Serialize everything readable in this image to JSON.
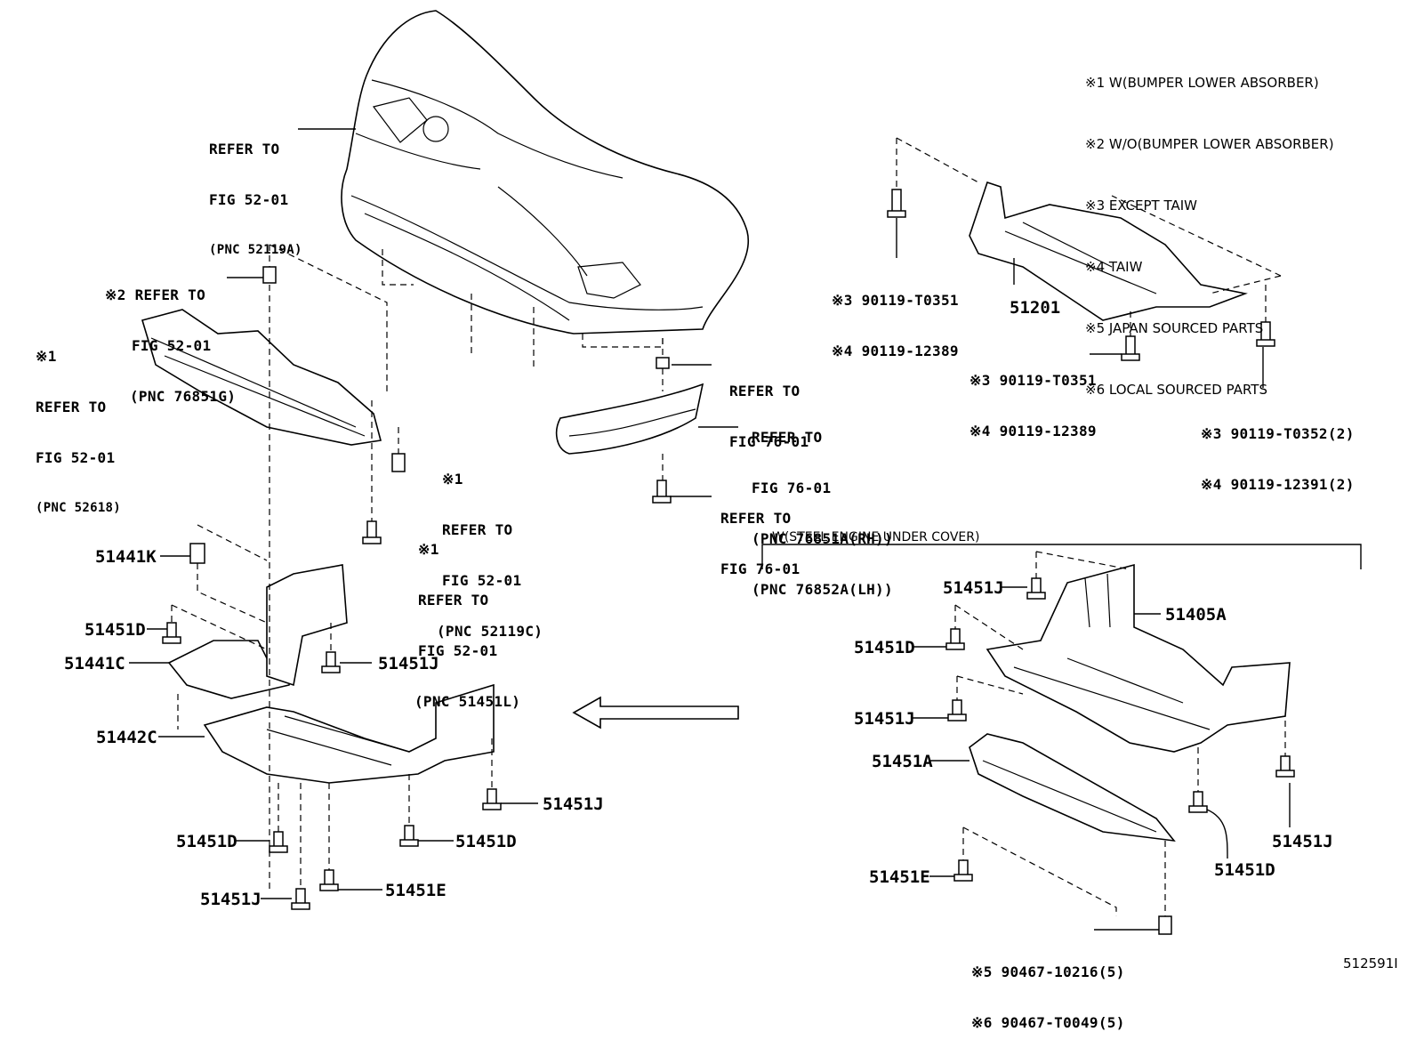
{
  "notes": [
    "※1 W(BUMPER LOWER ABSORBER)",
    "※2 W/O(BUMPER LOWER ABSORBER)",
    "※3 EXCEPT TAIW",
    "※4 TAIW",
    "※5 JAPAN SOURCED PARTS",
    "※6 LOCAL SOURCED PARTS"
  ],
  "refs": {
    "bumper_cover": [
      "REFER TO",
      "FIG 52-01",
      "(PNC 52119A)"
    ],
    "clip_76851g": [
      "※2 REFER TO",
      "FIG 52-01",
      "(PNC 76851G)"
    ],
    "absorber": [
      "※1",
      "REFER TO",
      "FIG 52-01",
      "(PNC 52618)"
    ],
    "clip_52119c": [
      "※1",
      "REFER TO",
      "FIG 52-01",
      "(PNC 52119C)"
    ],
    "bolt_51451l": [
      "※1",
      "REFER TO",
      "FIG 52-01",
      "(PNC 51451L)"
    ],
    "clip_76_top": [
      "REFER TO",
      "FIG 76-01"
    ],
    "spoiler": [
      "REFER TO",
      "FIG 76-01",
      "(PNC 76851A(RH))",
      "(PNC 76852A(LH))"
    ],
    "bolt_76_bottom": [
      "REFER TO",
      "FIG 76-01"
    ]
  },
  "bolt_codes": {
    "a": [
      "※3 90119-T0351",
      "※4 90119-12389"
    ],
    "b": [
      "※3 90119-T0351",
      "※4 90119-12389"
    ],
    "c": [
      "※3 90119-T0352(2)",
      "※4 90119-12391(2)"
    ],
    "d": [
      "※5 90467-10216(5)",
      "※6 90467-T0049(5)"
    ]
  },
  "part_numbers": {
    "p51201": "51201",
    "p51441k": "51441K",
    "p51451d_l1": "51451D",
    "p51441c": "51441C",
    "p51451j_l1": "51451J",
    "p51442c": "51442C",
    "p51451j_l2": "51451J",
    "p51451d_l2": "51451D",
    "p51451d_l3": "51451D",
    "p51451e_l": "51451E",
    "p51451j_l3": "51451J",
    "p51451j_r1": "51451J",
    "p51405a": "51405A",
    "p51451d_r1": "51451D",
    "p51451j_r2": "51451J",
    "p51451a": "51451A",
    "p51451j_r3": "51451J",
    "p51451d_r2": "51451D",
    "p51451e_r": "51451E"
  },
  "section_title": "W(STEEL ENGINE UNDER COVER)",
  "figure_id": "512591I"
}
